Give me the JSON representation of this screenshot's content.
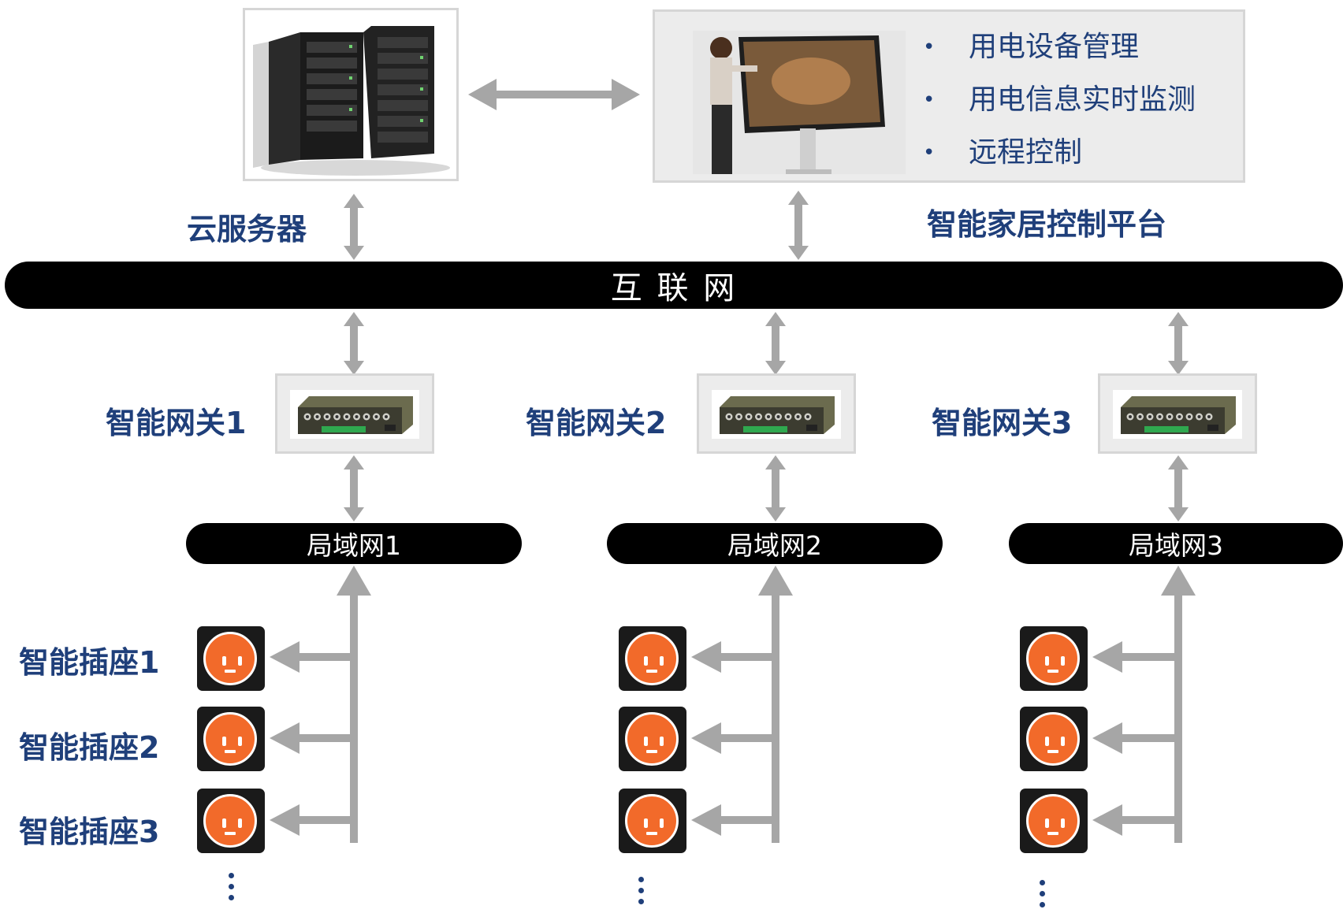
{
  "cloud_server": {
    "label": "云服务器",
    "image": "server-rack-illustration"
  },
  "platform": {
    "label": "智能家居控制平台",
    "image": "touchscreen-user-illustration",
    "features": [
      "用电设备管理",
      "用电信息实时监测",
      "远程控制"
    ]
  },
  "internet": {
    "label": "互 联 网"
  },
  "gateways": [
    {
      "label": "智能网关1",
      "lan": "局域网1"
    },
    {
      "label": "智能网关2",
      "lan": "局域网2"
    },
    {
      "label": "智能网关3",
      "lan": "局域网3"
    }
  ],
  "sockets": [
    "智能插座1",
    "智能插座2",
    "智能插座3"
  ],
  "colors": {
    "label_text": "#1f3f7a",
    "bar": "#000000",
    "arrow": "#a6a6a6",
    "socket": "#f26a2a",
    "frame": "#ececec"
  },
  "icons": {
    "more": "vertical-ellipsis-icon",
    "socket": "power-socket-icon"
  }
}
